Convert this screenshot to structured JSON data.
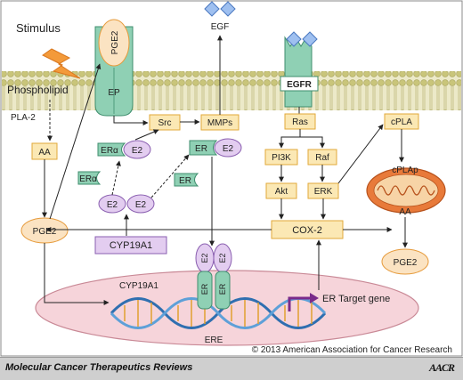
{
  "labels": {
    "stimulus": "Stimulus",
    "phospholipid": "Phospholipid",
    "pla2": "PLA-2",
    "aa_left": "AA",
    "pge2_top": "PGE2",
    "ep": "EP",
    "src": "Src",
    "mmps": "MMPs",
    "egf": "EGF",
    "egfr": "EGFR",
    "ras": "Ras",
    "pi3k": "PI3K",
    "raf": "Raf",
    "akt": "Akt",
    "erk": "ERK",
    "cpla": "cPLA",
    "cplap": "cPLAp",
    "aa_mito": "AA",
    "pge2_right": "PGE2",
    "cox2": "COX-2",
    "er_alpha_complex": "ERα",
    "e2": "E2",
    "er_alpha_free": "ERα",
    "er_complex": "ER",
    "er_free": "ER",
    "cyp19a1_box": "CYP19A1",
    "pge2_left": "PGE2",
    "cyp19a1_dna": "CYP19A1",
    "er_dimer": "ER",
    "e2_dimer": "E2",
    "ere": "ERE",
    "er_target_gene": "ER Target gene",
    "copyright": "© 2013 American Association for Cancer Research"
  },
  "footer": {
    "journal": "Molecular Cancer Therapeutics Reviews",
    "logo": "AACR"
  },
  "colors": {
    "box_fill": "#fbe8b4",
    "box_stroke": "#e2a93a",
    "receptor_fill": "#8fd0b4",
    "e2_fill": "#e3cdf0",
    "e2_stroke": "#8a5fb0",
    "pge2_fill": "#fbe3c2",
    "pge2_stroke": "#e69a3a",
    "nucleus_fill": "#f6d4da",
    "nucleus_stroke": "#c98996",
    "membrane": "#c8c47a",
    "egf": "#9fc0f0",
    "promoter_arrow": "#7a2a8a"
  }
}
